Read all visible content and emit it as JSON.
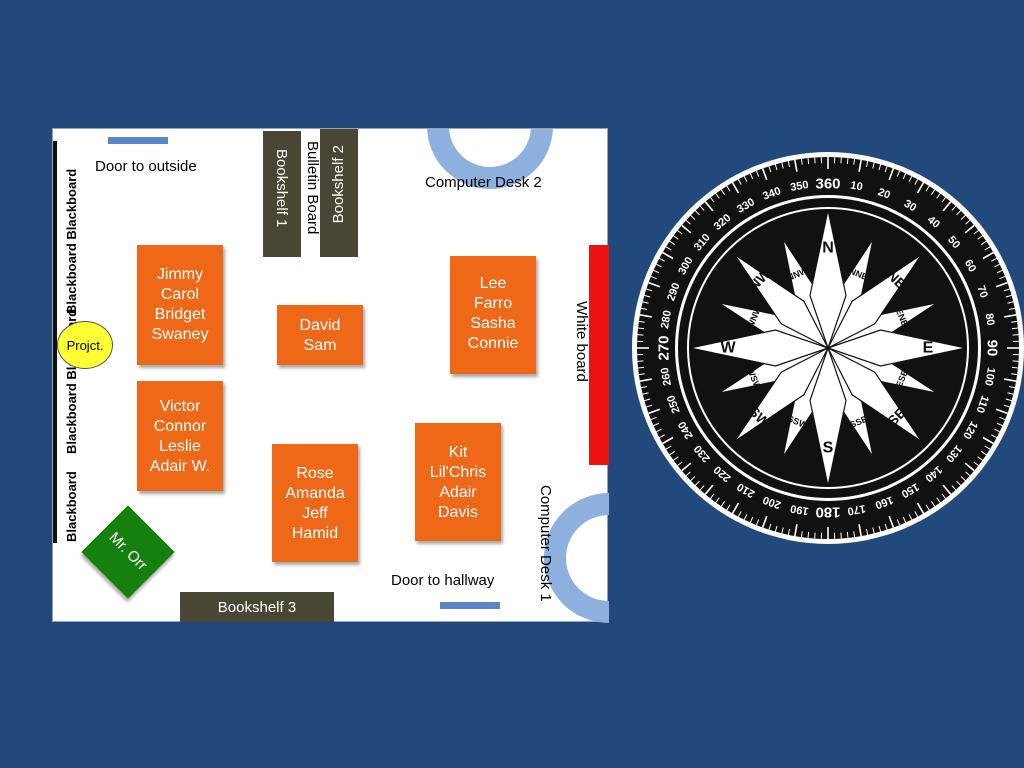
{
  "room": {
    "door_outside": "Door to outside",
    "door_hallway": "Door to hallway",
    "bulletin_board": "Bulletin Board",
    "white_board": "White board",
    "blackboard_top": "Blackboard  Blackboard",
    "blackboard_mid": "Blackboard  Blackboard",
    "blackboard_bottom": "Blackboard",
    "projector": "Projct.",
    "teacher": "Mr. Orr",
    "bookshelf_1": "Bookshelf  1",
    "bookshelf_2": "Bookshelf  2",
    "bookshelf_3": "Bookshelf 3",
    "computer_desk_1": "Computer Desk 1",
    "computer_desk_2": "Computer Desk 2"
  },
  "desks": [
    {
      "names": [
        "Jimmy",
        "Carol",
        "Bridget",
        "Swaney"
      ]
    },
    {
      "names": [
        "David",
        "Sam"
      ]
    },
    {
      "names": [
        "Lee",
        "Farro",
        "Sasha",
        "Connie"
      ]
    },
    {
      "names": [
        "Victor",
        "Connor",
        "Leslie",
        "Adair W."
      ]
    },
    {
      "names": [
        "Rose",
        "Amanda",
        "Jeff",
        "Hamid"
      ]
    },
    {
      "names": [
        "Kit",
        "Lil'Chris",
        "Adair",
        "Davis"
      ]
    }
  ],
  "compass": {
    "cardinals": [
      "N",
      "E",
      "S",
      "W"
    ],
    "intercardinals": [
      "NE",
      "SE",
      "SW",
      "NW"
    ],
    "secondary": [
      "NNE",
      "ENE",
      "ESE",
      "SSE",
      "SSW",
      "WSW",
      "WNW",
      "NNW"
    ],
    "degree_labels": [
      "360",
      "10",
      "20",
      "30",
      "40",
      "50",
      "60",
      "70",
      "80",
      "90",
      "100",
      "110",
      "120",
      "130",
      "140",
      "150",
      "160",
      "170",
      "180",
      "190",
      "200",
      "210",
      "220",
      "230",
      "240",
      "250",
      "260",
      "270",
      "280",
      "290",
      "300",
      "310",
      "320",
      "330",
      "340",
      "350"
    ]
  },
  "colors": {
    "background": "#21497c",
    "desk": "#ee6818",
    "bookshelf": "#4a4634",
    "computer_desk": "#8db0de",
    "teacher_desk": "#16800f",
    "projector": "#ffff33",
    "white_board": "#ee1111",
    "door": "#5a86c6"
  }
}
